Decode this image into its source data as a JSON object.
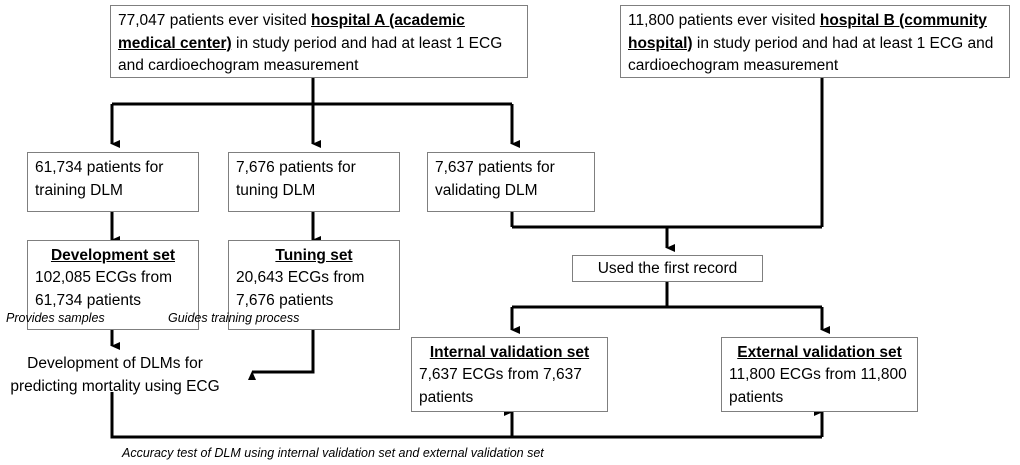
{
  "diagram": {
    "title": "Study flow diagram of DLM development and validation",
    "line_color": "#000000",
    "box_border_color": "#7f7f7f",
    "background": "#ffffff"
  },
  "boxes": {
    "hospital_a": {
      "pre": "77,047 patients ever visited ",
      "bold": "hospital A (academic medical center)",
      "post": " in study period and had at least 1 ECG and cardioechogram measurement"
    },
    "hospital_b": {
      "pre": "11,800 patients ever visited ",
      "bold": "hospital B (community hospital)",
      "post": " in study period and had at least 1 ECG and cardioechogram measurement"
    },
    "training": "61,734 patients for training DLM",
    "tuning": "7,676 patients for tuning DLM",
    "validating": "7,637 patients for validating DLM",
    "development_set": {
      "header": "Development set",
      "body": "102,085 ECGs from 61,734 patients"
    },
    "tuning_set": {
      "header": "Tuning set",
      "body": "20,643 ECGs from 7,676 patients"
    },
    "first_record": "Used the first record",
    "internal_validation": {
      "header": "Internal validation set",
      "body": "7,637 ECGs from 7,637 patients"
    },
    "external_validation": {
      "header": "External validation set",
      "body": "11,800 ECGs from 11,800 patients"
    }
  },
  "plain_nodes": {
    "dlm_development": "Development of DLMs for predicting mortality using ECG"
  },
  "annotations": {
    "provides_samples": "Provides samples",
    "guides_training": "Guides training process",
    "accuracy_test": "Accuracy test of DLM using internal validation set and external validation set"
  }
}
